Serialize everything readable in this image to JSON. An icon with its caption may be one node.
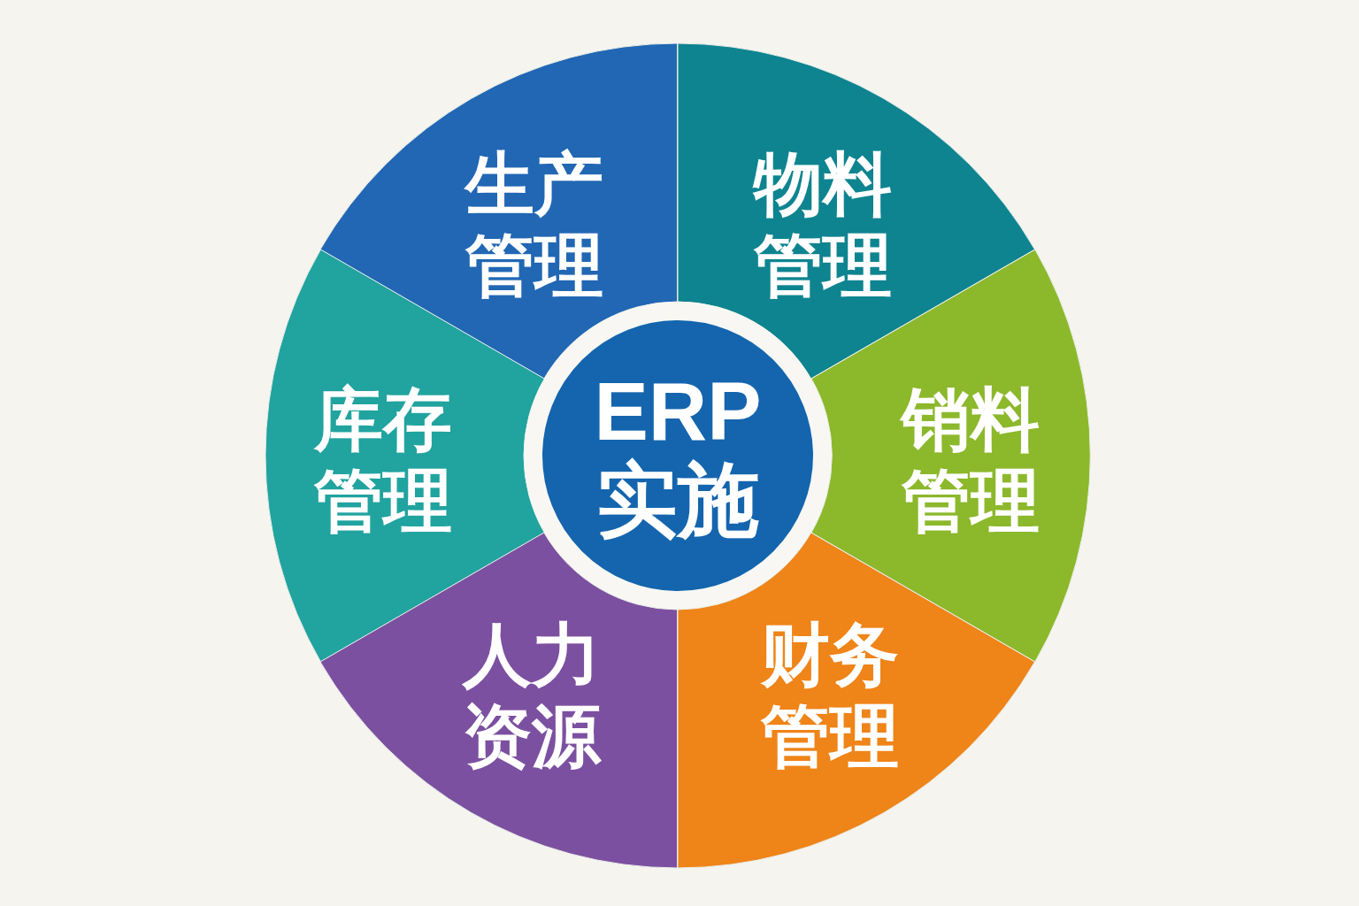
{
  "diagram": {
    "nodes": [
      {
        "text": [
          "生产管理"
        ]
      },
      {
        "text": [
          "物料管理"
        ]
      },
      {
        "text": [
          "库存管理"
        ]
      },
      {
        "text": [
          "ERP实施"
        ]
      },
      {
        "text": [
          "销料管理"
        ]
      },
      {
        "text": [
          "人力资源"
        ]
      },
      {
        "text": [
          "财务管理"
        ]
      }
    ]
  }
}
